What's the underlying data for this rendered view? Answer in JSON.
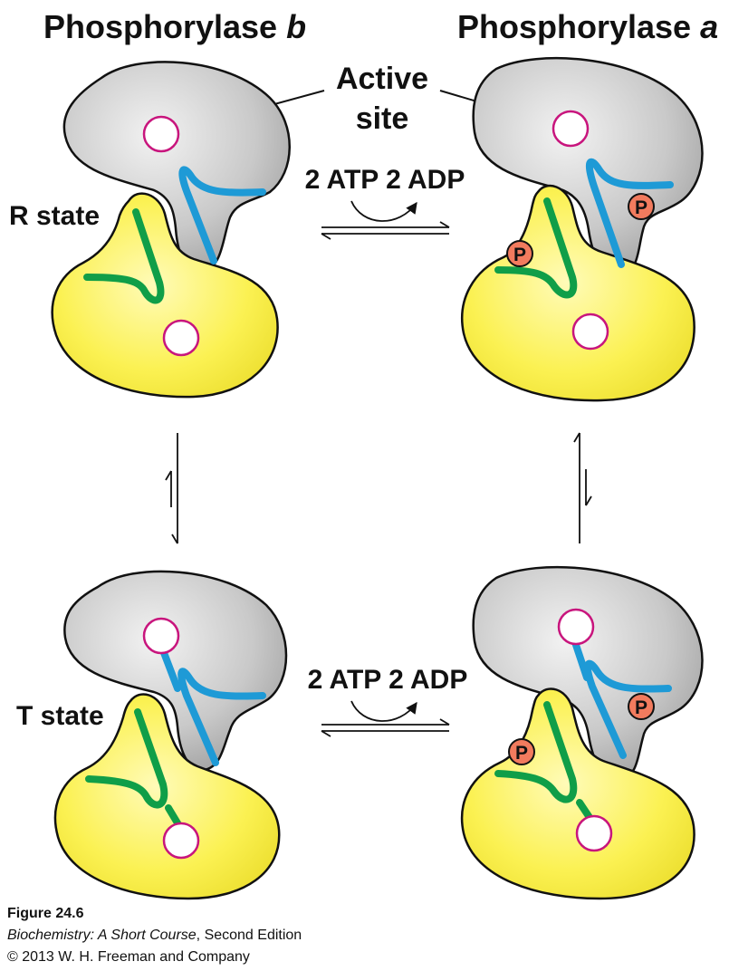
{
  "headers": {
    "left": {
      "text": "Phosphorylase ",
      "italic": "b"
    },
    "right": {
      "text": "Phosphorylase ",
      "italic": "a"
    }
  },
  "labels": {
    "active_site_line1": "Active",
    "active_site_line2": "site",
    "r_state": "R state",
    "t_state": "T state",
    "reaction_top": "2 ATP 2 ADP",
    "reaction_bottom": "2 ATP 2 ADP",
    "phosphate_glyph": "P"
  },
  "caption": {
    "figure": "Figure 24.6",
    "book_title": "Biochemistry: A Short Course",
    "edition": ", Second Edition",
    "copyright": "© 2013 W. H. Freeman and Company"
  },
  "colors": {
    "gray_subunit": "#c8c8c8",
    "yellow_subunit": "#fbf152",
    "blue_segment": "#1e9ad6",
    "green_segment": "#109e48",
    "active_site_ring": "#c8157d",
    "phosphate": "#f27b5e"
  }
}
